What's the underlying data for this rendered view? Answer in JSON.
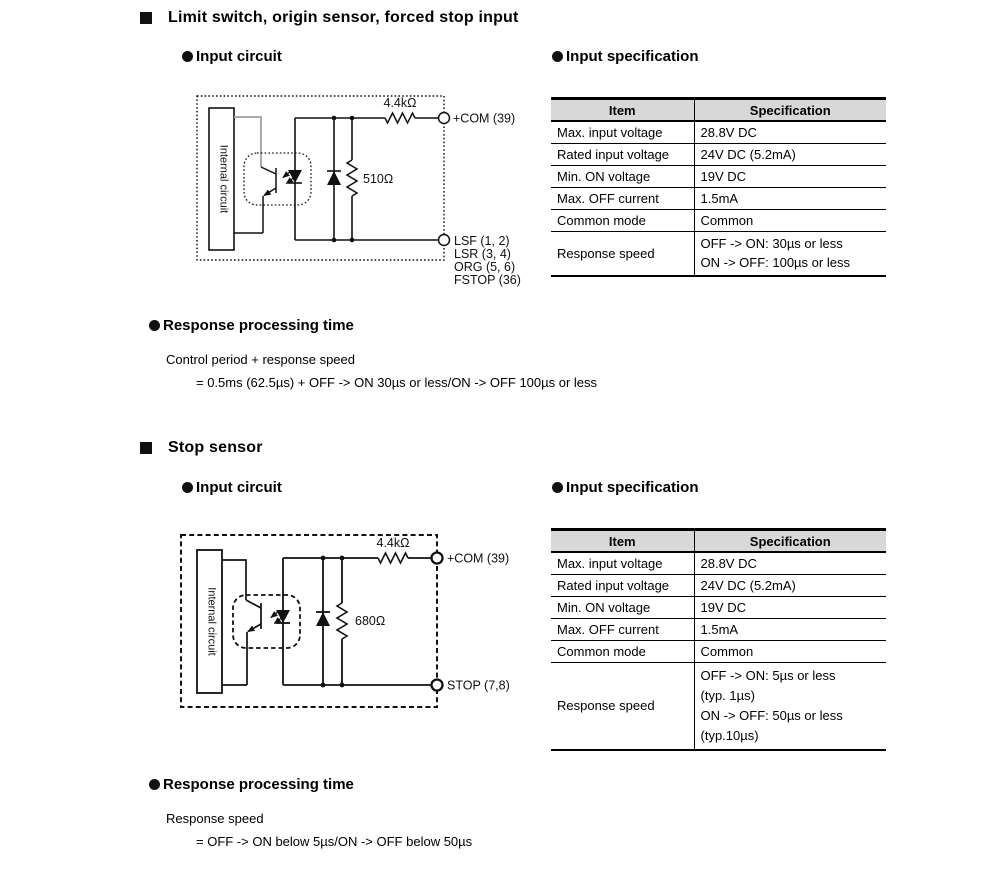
{
  "colors": {
    "ink": "#000000",
    "table_header_bg": "#d8d8d8",
    "wire_gray": "#a0a0a0"
  },
  "section1": {
    "title": "Limit switch, origin sensor, forced stop input",
    "input_circuit_label": "Input circuit",
    "input_spec_label": "Input specification",
    "circuit": {
      "internal_label": "Internal circuit",
      "series_resistor": "4.4kΩ",
      "shunt_resistor": "510Ω",
      "com_terminal": "+COM (39)",
      "input_terminals": [
        "LSF (1, 2)",
        "LSR (3, 4)",
        "ORG (5, 6)",
        "FSTOP (36)"
      ]
    },
    "table": {
      "headers": [
        "Item",
        "Specification"
      ],
      "rows": [
        [
          "Max. input voltage",
          "28.8V DC"
        ],
        [
          "Rated input voltage",
          "24V DC (5.2mA)"
        ],
        [
          "Min. ON voltage",
          "19V DC"
        ],
        [
          "Max. OFF current",
          "1.5mA"
        ],
        [
          "Common mode",
          "Common"
        ]
      ],
      "response": {
        "item": "Response speed",
        "lines": [
          "OFF -> ON: 30µs or less",
          "ON -> OFF: 100µs or less"
        ]
      }
    },
    "response": {
      "title": "Response processing time",
      "line1": "Control period + response speed",
      "line2": "= 0.5ms (62.5µs) + OFF -> ON 30µs or less/ON -> OFF 100µs or less"
    }
  },
  "section2": {
    "title": "Stop sensor",
    "input_circuit_label": "Input circuit",
    "input_spec_label": "Input specification",
    "circuit": {
      "internal_label": "Internal circuit",
      "series_resistor": "4.4kΩ",
      "shunt_resistor": "680Ω",
      "com_terminal": "+COM (39)",
      "stop_terminal": "STOP (7,8)"
    },
    "table": {
      "headers": [
        "Item",
        "Specification"
      ],
      "rows": [
        [
          "Max. input voltage",
          "28.8V DC"
        ],
        [
          "Rated input voltage",
          "24V DC (5.2mA)"
        ],
        [
          "Min. ON voltage",
          "19V DC"
        ],
        [
          "Max. OFF current",
          "1.5mA"
        ],
        [
          "Common mode",
          "Common"
        ]
      ],
      "response": {
        "item": "Response speed",
        "lines": [
          "OFF -> ON: 5µs or less",
          "(typ. 1µs)",
          "ON -> OFF: 50µs or less",
          "(typ.10µs)"
        ]
      }
    },
    "response": {
      "title": "Response processing time",
      "line1": "Response speed",
      "line2": "= OFF -> ON below 5µs/ON -> OFF below 50µs"
    }
  }
}
